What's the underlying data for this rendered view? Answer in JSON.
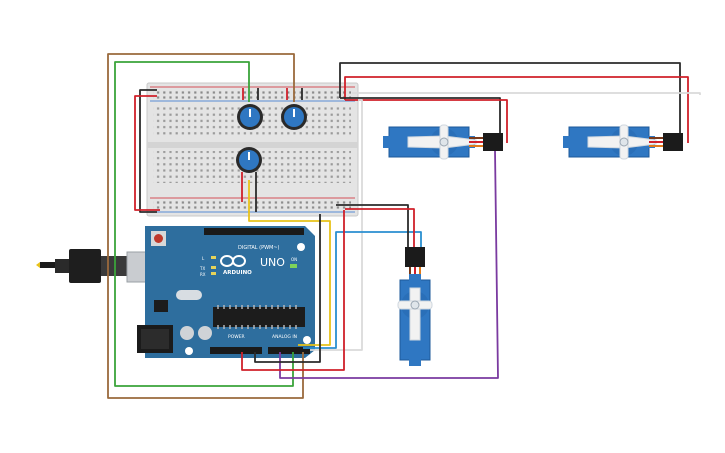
{
  "arduino": {
    "brand": "ARDUINO",
    "model": "UNO",
    "digital_label": "DIGITAL (PWM~)",
    "power_label": "POWER",
    "analog_label": "ANALOG IN",
    "on_label": "ON",
    "led_l": "L",
    "led_tx": "TX",
    "led_rx": "RX"
  },
  "colors": {
    "board": "#2e6e9e",
    "breadboard": "#e4e4e4",
    "servo": "#2f77c2",
    "wire_red": "#d0202a",
    "wire_black": "#2b2b2b",
    "wire_green": "#3aa43a",
    "wire_brown": "#9a6a3c",
    "wire_yellow": "#e8c21a",
    "wire_blue": "#2a8fd0",
    "wire_purple": "#7a3aa0",
    "wire_white": "#d8d8d8"
  },
  "components": {
    "potentiometers": [
      "potentiometer-1",
      "potentiometer-2",
      "potentiometer-3"
    ],
    "servos": [
      "servo-1",
      "servo-2",
      "servo-3"
    ]
  }
}
